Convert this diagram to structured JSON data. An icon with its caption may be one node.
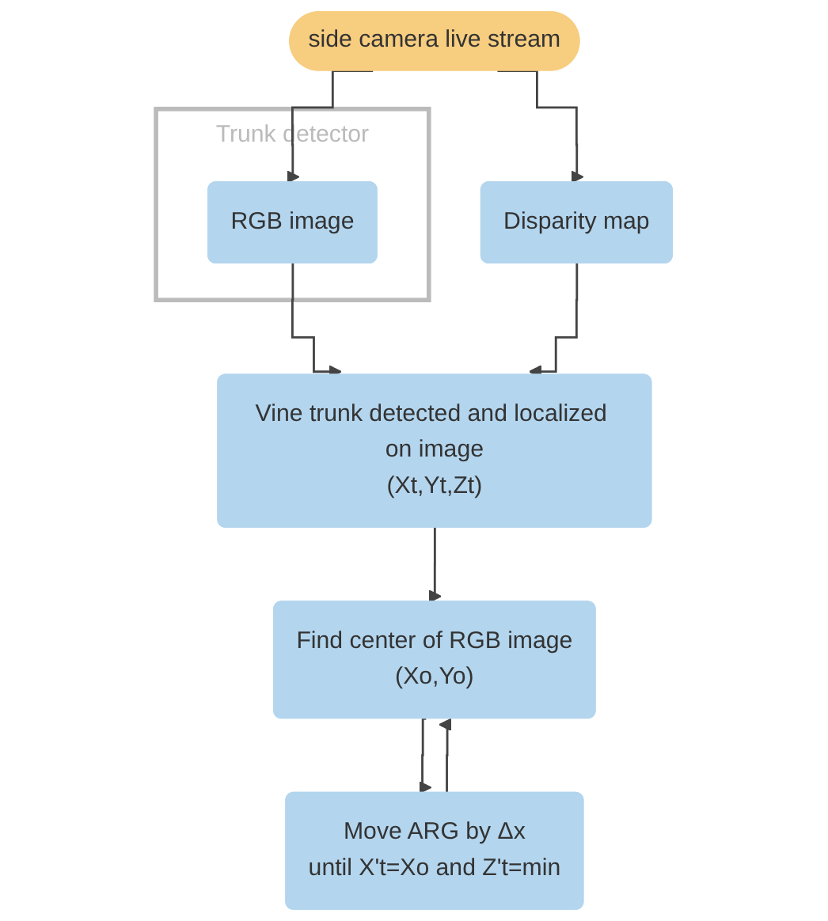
{
  "diagram": {
    "nodes": [
      {
        "text": [
          "side camera live stream"
        ]
      },
      {
        "text": [
          "Trunk detector"
        ]
      },
      {
        "text": [
          "RGB image"
        ],
        "in": 1
      },
      {
        "text": [
          "Disparity map"
        ]
      },
      {
        "text": [
          "Vine trunk detected and localized on image",
          "(Xt,Yt,Zt)"
        ]
      },
      {
        "text": [
          "Find center of RGB image",
          "(Xo,Yo)"
        ]
      },
      {
        "text": [
          "Move ARG by Δx",
          "until X't=Xo and Z't=min"
        ]
      }
    ],
    "edges": [
      {
        "from": 0,
        "to": 2,
        "arrow": "to"
      },
      {
        "from": 0,
        "to": 3,
        "arrow": "to"
      },
      {
        "from": 2,
        "to": 4,
        "arrow": "to"
      },
      {
        "from": 3,
        "to": 4,
        "arrow": "to"
      },
      {
        "from": 4,
        "to": 5,
        "arrow": "to"
      },
      {
        "from": 5,
        "to": 6,
        "arrow": "to"
      },
      {
        "from": 6,
        "to": 5,
        "arrow": "to"
      }
    ]
  }
}
